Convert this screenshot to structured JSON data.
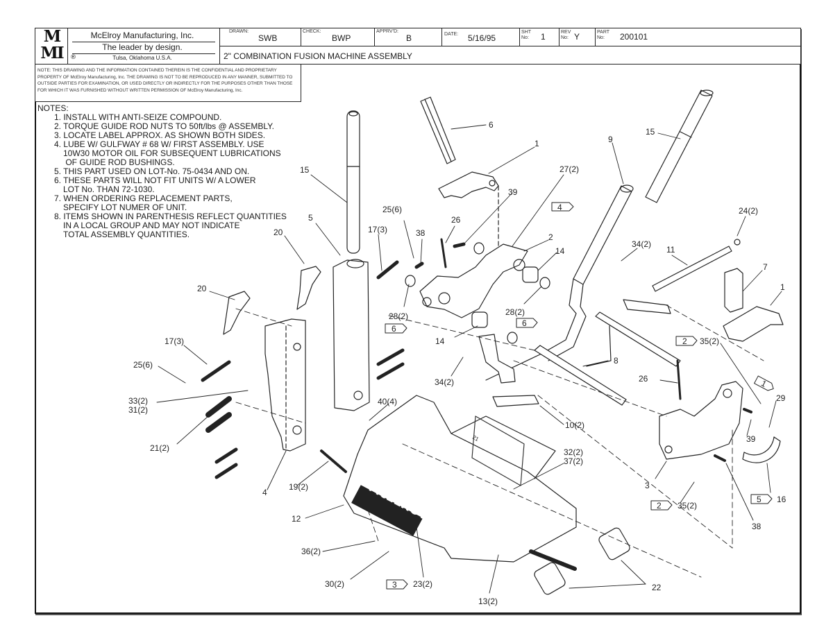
{
  "title_block": {
    "logo_letters": [
      "M",
      "M",
      "M",
      "I"
    ],
    "company": "McElroy Manufacturing, Inc.",
    "tagline": "The leader by design.",
    "location": "Tulsa, Oklahoma U.S.A.",
    "registered_mark": "®",
    "fields": {
      "drawn_label": "DRAWN:",
      "drawn": "SWB",
      "check_label": "CHECK:",
      "check": "BWP",
      "apprvd_label": "APPRV'D:",
      "apprvd": "B",
      "date_label": "DATE:",
      "date": "5/16/95",
      "sheet_label_1": "SHT",
      "sheet_label_2": "No:",
      "sheet": "1",
      "rev_label_1": "REV",
      "rev_label_2": "No:",
      "rev": "Y",
      "part_label_1": "PART",
      "part_label_2": "No:",
      "part": "200101"
    },
    "drawing_title": "2\" COMBINATION FUSION MACHINE ASSEMBLY",
    "confidential_notice": "NOTE: THIS DRAWING AND THE INFORMATION CONTAINED THEREIN IS THE CONFIDENTIAL AND PROPRIETARY PROPERTY OF McElroy Manufacturing, Inc. THE DRAWING IS NOT TO BE REPRODUCED IN ANY MANNER, SUBMITTED TO OUTSIDE PARTIES FOR EXAMINATION, OR USED DIRECTLY OR INDIRECTLY FOR THE PURPOSES OTHER THAN THOSE FOR WHICH IT WAS FURNISHED WITHOUT WRITTEN PERMISSION OF McElroy Manufacturing, Inc."
  },
  "notes": {
    "heading": "NOTES:",
    "items": [
      [
        "1. INSTALL WITH ANTI-SEIZE COMPOUND."
      ],
      [
        "2. TORQUE GUIDE ROD NUTS TO 50ft/lbs @ ASSEMBLY."
      ],
      [
        "3. LOCATE LABEL APPROX. AS SHOWN BOTH SIDES."
      ],
      [
        "4. LUBE W/ GULFWAY # 68 W/ FIRST ASSEMBLY. USE",
        "10W30 MOTOR OIL FOR SUBSEQUENT LUBRICATIONS",
        " OF GUIDE ROD BUSHINGS."
      ],
      [
        "5. THIS PART USED ON LOT-No. 75-0434 AND ON."
      ],
      [
        "6. THESE PARTS WILL NOT FIT UNITS W/ A LOWER",
        "LOT No. THAN 72-1030."
      ],
      [
        "7. WHEN ORDERING REPLACEMENT PARTS,",
        "SPECIFY LOT NUMER OF UNIT."
      ],
      [
        "8. ITEMS SHOWN IN PARENTHESIS REFLECT QUANTITIES",
        "IN A LOCAL GROUP AND MAY NOT INDICATE",
        "TOTAL ASSEMBLY QUANTITIES."
      ]
    ]
  },
  "callouts": [
    {
      "id": "c6",
      "label": "6"
    },
    {
      "id": "c1a",
      "label": "1"
    },
    {
      "id": "c9",
      "label": "9"
    },
    {
      "id": "c15a",
      "label": "15"
    },
    {
      "id": "c15b",
      "label": "15"
    },
    {
      "id": "c27",
      "label": "27(2)"
    },
    {
      "id": "c39a",
      "label": "39"
    },
    {
      "id": "c24",
      "label": "24(2)"
    },
    {
      "id": "c34a",
      "label": "34(2)"
    },
    {
      "id": "c11",
      "label": "11"
    },
    {
      "id": "c7",
      "label": "7"
    },
    {
      "id": "c1b",
      "label": "1"
    },
    {
      "id": "c25a",
      "label": "25(6)"
    },
    {
      "id": "c38a",
      "label": "38"
    },
    {
      "id": "c26a",
      "label": "26"
    },
    {
      "id": "c5",
      "label": "5"
    },
    {
      "id": "c17a",
      "label": "17(3)"
    },
    {
      "id": "c20a",
      "label": "20"
    },
    {
      "id": "c20b",
      "label": "20"
    },
    {
      "id": "c2",
      "label": "2"
    },
    {
      "id": "c14a",
      "label": "14"
    },
    {
      "id": "c28a",
      "label": "28(2)"
    },
    {
      "id": "c28b",
      "label": "28(2)"
    },
    {
      "id": "c14b",
      "label": "14"
    },
    {
      "id": "c35a",
      "label": "35(2)"
    },
    {
      "id": "c17b",
      "label": "17(3)"
    },
    {
      "id": "c25b",
      "label": "25(6)"
    },
    {
      "id": "c8",
      "label": "8"
    },
    {
      "id": "c34b",
      "label": "34(2)"
    },
    {
      "id": "c26b",
      "label": "26"
    },
    {
      "id": "c33",
      "label": "33(2)"
    },
    {
      "id": "c31",
      "label": "31(2)"
    },
    {
      "id": "c40",
      "label": "40(4)"
    },
    {
      "id": "c29",
      "label": "29"
    },
    {
      "id": "c10",
      "label": "10(2)"
    },
    {
      "id": "c21",
      "label": "21(2)"
    },
    {
      "id": "c39b",
      "label": "39"
    },
    {
      "id": "c32",
      "label": "32(2)"
    },
    {
      "id": "c37",
      "label": "37(2)"
    },
    {
      "id": "c3",
      "label": "3"
    },
    {
      "id": "c4",
      "label": "4"
    },
    {
      "id": "c19",
      "label": "19(2)"
    },
    {
      "id": "c35b",
      "label": "35(2)"
    },
    {
      "id": "c16",
      "label": "16"
    },
    {
      "id": "c12",
      "label": "12"
    },
    {
      "id": "c38b",
      "label": "38"
    },
    {
      "id": "c36",
      "label": "36(2)"
    },
    {
      "id": "c30",
      "label": "30(2)"
    },
    {
      "id": "c23",
      "label": "23(2)"
    },
    {
      "id": "c22",
      "label": "22"
    },
    {
      "id": "c13",
      "label": "13(2)"
    }
  ],
  "note_flags": [
    {
      "id": "f4",
      "label": "4"
    },
    {
      "id": "f6a",
      "label": "6"
    },
    {
      "id": "f6b",
      "label": "6"
    },
    {
      "id": "f2a",
      "label": "2"
    },
    {
      "id": "f1",
      "label": "1"
    },
    {
      "id": "f2b",
      "label": "2"
    },
    {
      "id": "f5",
      "label": "5"
    },
    {
      "id": "f3",
      "label": "3"
    }
  ],
  "labels_on_parts": {
    "brand_plate": "McELROY",
    "part_stamp": "21"
  }
}
